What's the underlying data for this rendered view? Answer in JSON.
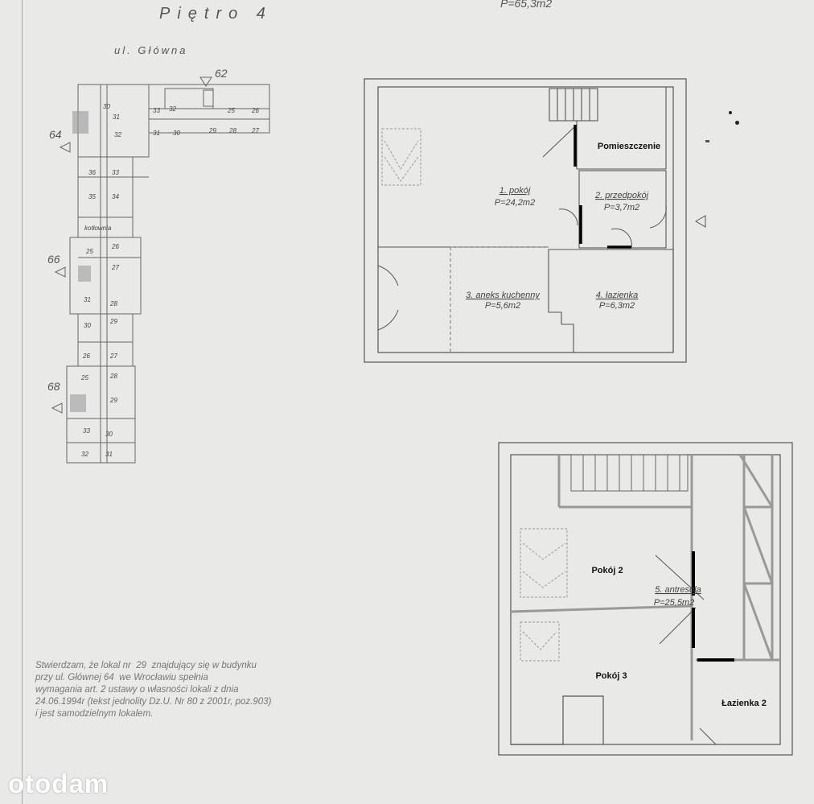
{
  "header": {
    "title": "Piętro 4",
    "street": "ul. Główna",
    "total_area": "P=65,3m2"
  },
  "site_plan": {
    "stairwell_labels": [
      "62",
      "64",
      "66",
      "68"
    ],
    "boiler_room": "kotłownia",
    "unit_numbers_top": [
      "30",
      "31",
      "32",
      "33",
      "25",
      "26",
      "31",
      "30",
      "29",
      "28",
      "27",
      "32"
    ],
    "unit_numbers_side": [
      "36",
      "33",
      "35",
      "34",
      "25",
      "26",
      "27",
      "31",
      "28",
      "30",
      "29",
      "26",
      "27",
      "25",
      "28",
      "29",
      "33",
      "30",
      "32",
      "31"
    ]
  },
  "floor_lower": {
    "rooms": [
      {
        "name": "1. pokój",
        "area": "P=24,2m2"
      },
      {
        "name": "2. przedpokój",
        "area": "P=3,7m2"
      },
      {
        "name": "3. aneks kuchenny",
        "area": "P=5,6m2"
      },
      {
        "name": "4. łazienka",
        "area": "P=6,3m2"
      }
    ],
    "added_label": "Pomieszczenie"
  },
  "floor_upper": {
    "room": {
      "name": "5. antresola",
      "area": "P=25,5m2"
    },
    "added_labels": [
      "Pokój 2",
      "Pokój 3",
      "Łazienka 2"
    ]
  },
  "statement": "Stwierdzam, że lokal nr  29  znajdujący się w budynku\nprzy ul. Głównej 64  we Wrocławiu spełnia\nwymagania art. 2 ustawy o własności lokali z dnia\n24.06.1994r (tekst jednolity Dz.U. Nr 80 z 2001r, poz.903)\ni jest samodzielnym lokalem.",
  "watermark": "otodam"
}
